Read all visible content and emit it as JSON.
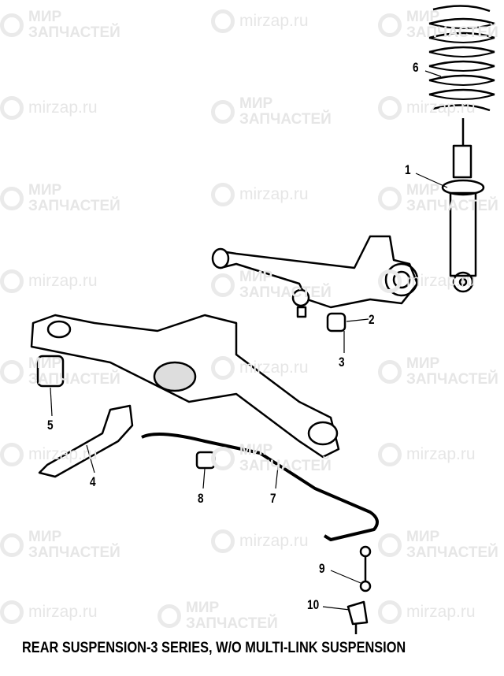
{
  "watermark": {
    "brand_line1": "МИР",
    "brand_line2": "ЗАПЧАСТЕЙ",
    "site": "mirzap.ru"
  },
  "callouts": [
    {
      "id": "1",
      "part": "shock-absorber"
    },
    {
      "id": "2",
      "part": "bushing"
    },
    {
      "id": "3",
      "part": "bolt"
    },
    {
      "id": "4",
      "part": "mount-bracket"
    },
    {
      "id": "5",
      "part": "mount-bushing"
    },
    {
      "id": "6",
      "part": "coil-spring"
    },
    {
      "id": "7",
      "part": "stabilizer-bar"
    },
    {
      "id": "8",
      "part": "stabilizer-bushing"
    },
    {
      "id": "9",
      "part": "stabilizer-link"
    },
    {
      "id": "10",
      "part": "link-bracket"
    }
  ],
  "caption": "REAR SUSPENSION-3 SERIES, W/O MULTI-LINK SUSPENSION"
}
